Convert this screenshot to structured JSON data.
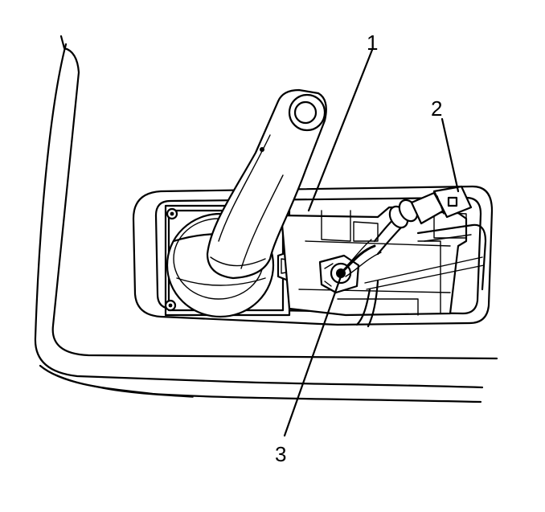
{
  "diagram": {
    "callouts": [
      {
        "id": "callout-1",
        "label": "1"
      },
      {
        "id": "callout-2",
        "label": "2"
      },
      {
        "id": "callout-3",
        "label": "3"
      }
    ],
    "colors": {
      "line": "#000000",
      "background": "#ffffff",
      "shade": "#d9d9d9"
    }
  }
}
